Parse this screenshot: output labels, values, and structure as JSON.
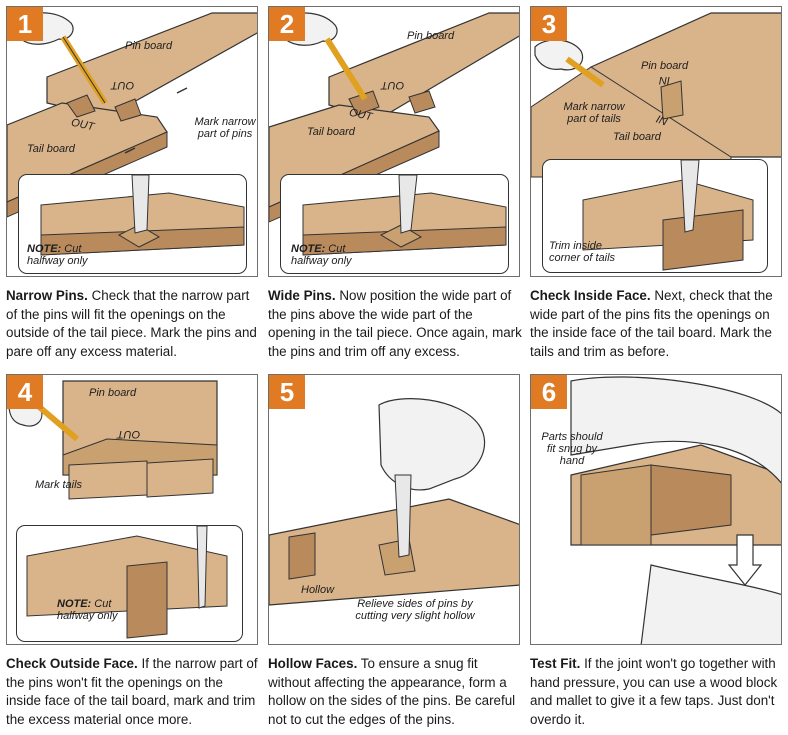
{
  "colors": {
    "badge": "#e07b24",
    "wood": "#d9b48a",
    "wood_dark": "#b98a5c",
    "hand": "#f2f2f2",
    "outline": "#333333"
  },
  "steps": [
    {
      "number": "1",
      "labels": {
        "pin_board": "Pin board",
        "tail_board": "Tail board",
        "out_upside": "OUT",
        "out": "OUT",
        "mark": "Mark narrow part of pins"
      },
      "note_label": "NOTE:",
      "note_text": "Cut halfway only",
      "title": "Narrow Pins.",
      "body": "Check that the narrow part of the pins will fit the openings on the outside of the tail piece. Mark the pins and pare off any excess material."
    },
    {
      "number": "2",
      "labels": {
        "pin_board": "Pin board",
        "tail_board": "Tail board",
        "out_upside": "OUT",
        "out": "OUT"
      },
      "note_label": "NOTE:",
      "note_text": "Cut halfway only",
      "title": "Wide Pins.",
      "body": "Now position the wide part of the pins above the wide part of the opening in the tail piece. Once again, mark the pins and trim off any excess."
    },
    {
      "number": "3",
      "labels": {
        "pin_board": "Pin board",
        "tail_board": "Tail board",
        "in_upside": "IN",
        "in": "IN",
        "mark": "Mark narrow part of tails",
        "trim": "Trim inside corner of tails"
      },
      "title": "Check Inside Face.",
      "body": "Next, check that the wide part of the pins fits the openings on the inside face of the tail board. Mark the tails and trim as before."
    },
    {
      "number": "4",
      "labels": {
        "pin_board": "Pin board",
        "out_upside": "OUT",
        "mark": "Mark tails"
      },
      "note_label": "NOTE:",
      "note_text": "Cut halfway only",
      "title": "Check Outside Face.",
      "body": "If the narrow part of the pins won't fit the openings on the inside face of the tail board, mark and trim the excess material once more."
    },
    {
      "number": "5",
      "labels": {
        "hollow": "Hollow",
        "relieve": "Relieve sides of pins by cutting very slight hollow"
      },
      "title": "Hollow Faces.",
      "body": "To ensure a snug fit without affecting the appearance, form a hollow on the sides of the pins. Be careful not to cut the edges of the pins."
    },
    {
      "number": "6",
      "labels": {
        "snug": "Parts should fit snug by hand"
      },
      "title": "Test Fit.",
      "body": "If the joint won't go together with hand pressure, you can use a wood block and mallet to give it a few taps. Just don't overdo it."
    }
  ]
}
